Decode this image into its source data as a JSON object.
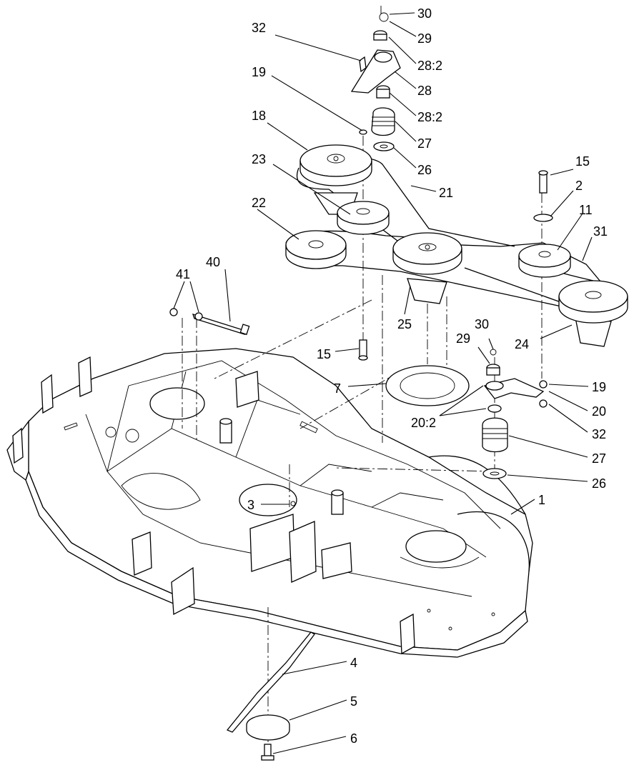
{
  "callouts": [
    {
      "id": "c30a",
      "text": "30"
    },
    {
      "id": "c29a",
      "text": "29"
    },
    {
      "id": "c28-2a",
      "text": "28:2"
    },
    {
      "id": "c28",
      "text": "28"
    },
    {
      "id": "c28-2b",
      "text": "28:2"
    },
    {
      "id": "c27a",
      "text": "27"
    },
    {
      "id": "c26a",
      "text": "26"
    },
    {
      "id": "c32a",
      "text": "32"
    },
    {
      "id": "c19a",
      "text": "19"
    },
    {
      "id": "c18",
      "text": "18"
    },
    {
      "id": "c23",
      "text": "23"
    },
    {
      "id": "c21",
      "text": "21"
    },
    {
      "id": "c15a",
      "text": "15"
    },
    {
      "id": "c2",
      "text": "2"
    },
    {
      "id": "c11",
      "text": "11"
    },
    {
      "id": "c31",
      "text": "31"
    },
    {
      "id": "c22",
      "text": "22"
    },
    {
      "id": "c40",
      "text": "40"
    },
    {
      "id": "c41",
      "text": "41"
    },
    {
      "id": "c25",
      "text": "25"
    },
    {
      "id": "c24",
      "text": "24"
    },
    {
      "id": "c15b",
      "text": "15"
    },
    {
      "id": "c30b",
      "text": "30"
    },
    {
      "id": "c29b",
      "text": "29"
    },
    {
      "id": "c7",
      "text": "7"
    },
    {
      "id": "c19b",
      "text": "19"
    },
    {
      "id": "c20",
      "text": "20"
    },
    {
      "id": "c20-2",
      "text": "20:2"
    },
    {
      "id": "c32b",
      "text": "32"
    },
    {
      "id": "c27b",
      "text": "27"
    },
    {
      "id": "c26b",
      "text": "26"
    },
    {
      "id": "c3",
      "text": "3"
    },
    {
      "id": "c1",
      "text": "1"
    },
    {
      "id": "c4",
      "text": "4"
    },
    {
      "id": "c5",
      "text": "5"
    },
    {
      "id": "c6",
      "text": "6"
    }
  ]
}
